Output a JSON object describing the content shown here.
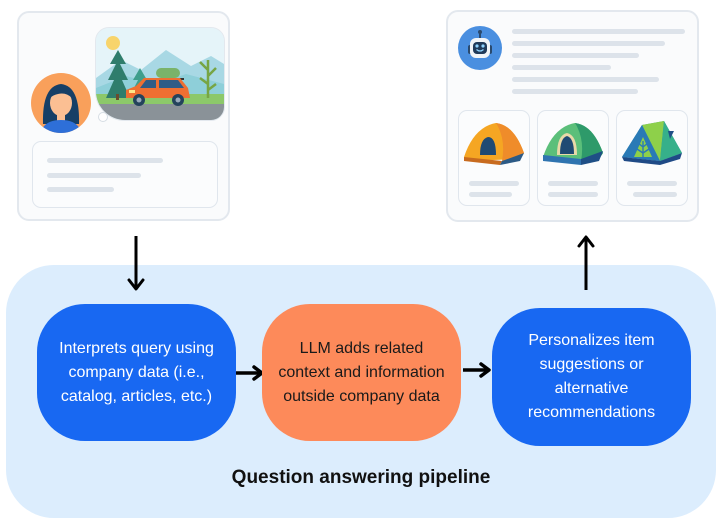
{
  "user_panel": {
    "avatar_icon": "user-avatar-icon",
    "thought_image": "car-camping-scene-image",
    "query_text_lines": 3
  },
  "assistant_panel": {
    "avatar_icon": "robot-avatar-icon",
    "response_text_lines": 6,
    "products": [
      {
        "icon": "orange-tent-icon"
      },
      {
        "icon": "green-tent-icon"
      },
      {
        "icon": "blue-green-tent-icon"
      }
    ]
  },
  "pipeline": {
    "title": "Question answering pipeline",
    "steps": [
      {
        "label": "Interprets query using company data (i.e., catalog, articles, etc.)",
        "color": "#1868f2"
      },
      {
        "label": "LLM adds related context and information outside company data",
        "color": "#fd8a5a"
      },
      {
        "label": "Personalizes item suggestions or alternative recommendations",
        "color": "#1868f2"
      }
    ],
    "background": "#dcedfd"
  }
}
